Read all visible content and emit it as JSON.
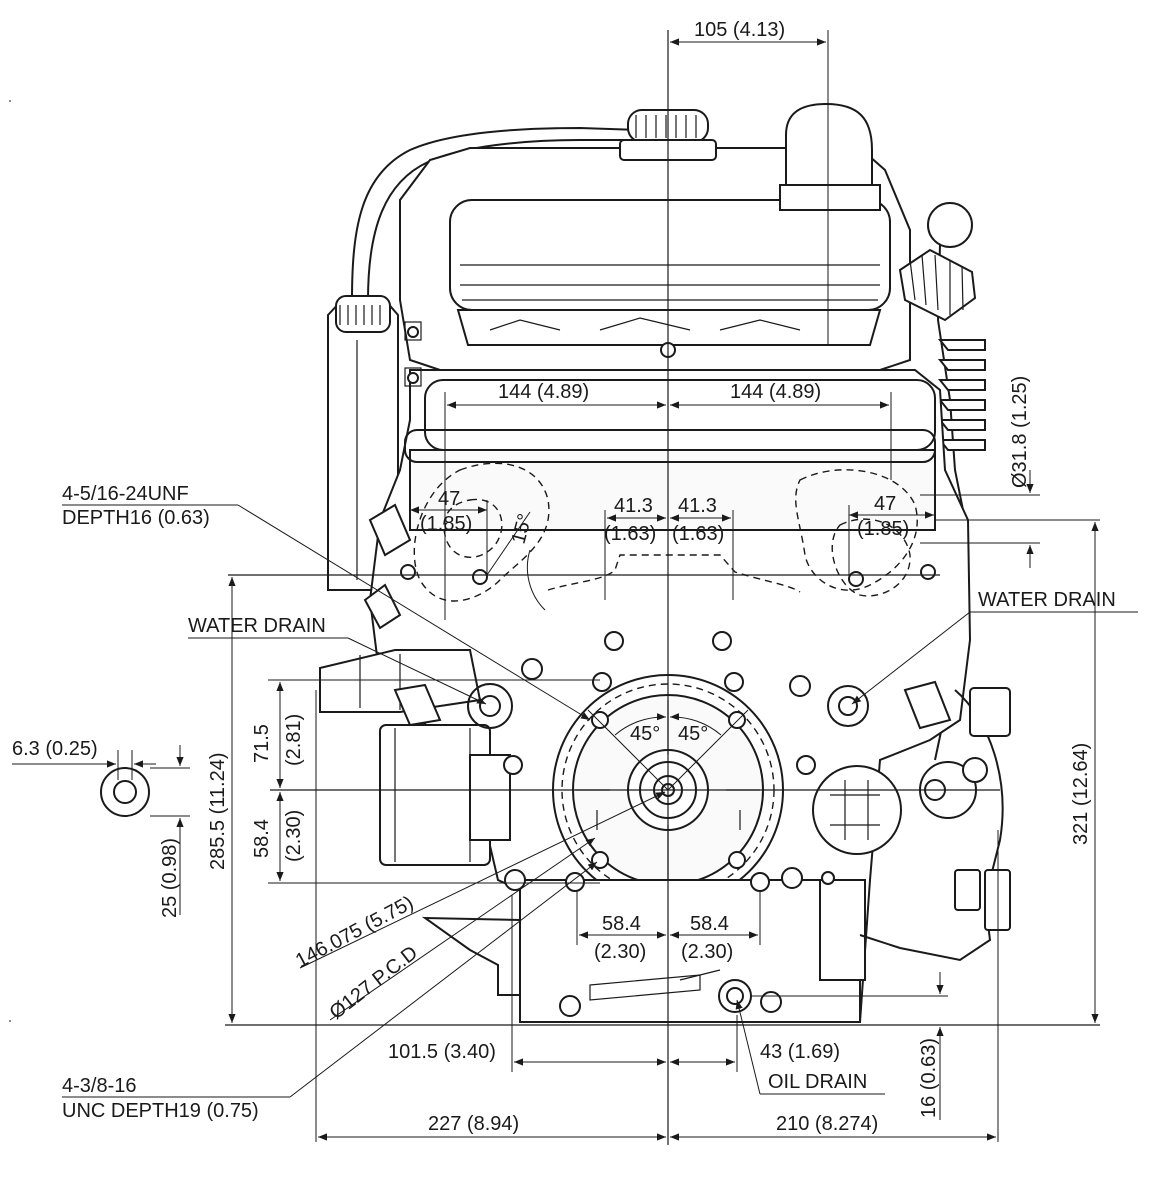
{
  "dimensions": {
    "top_offset": "105  (4.13)",
    "left_144": "144  (4.89)",
    "right_144": "144  (4.89)",
    "dia_31_8": "Ø31.8 (1.25)",
    "left_47_a": "47",
    "left_47_b": "(1.85)",
    "right_47_a": "47",
    "right_47_b": "(1.85)",
    "angle_15": "15°",
    "left_41_3_a": "41.3",
    "left_41_3_b": "(1.63)",
    "right_41_3_a": "41.3",
    "right_41_3_b": "(1.63)",
    "angle_45_left": "45°",
    "angle_45_right": "45°",
    "dim_71_5_a": "71.5",
    "dim_71_5_b": "(2.81)",
    "dim_58_4_v_a": "58.4",
    "dim_58_4_v_b": "(2.30)",
    "dim_285_5": "285.5 (11.24)",
    "dim_321": "321 (12.64)",
    "shaft_6_3": "6.3 (0.25)",
    "shaft_25": "25 (0.98)",
    "dim_146_075": "146.075 (5.75)",
    "pcd_127": "Ø127 P.C.D",
    "bottom_58_4_left_a": "58.4",
    "bottom_58_4_left_b": "(2.30)",
    "bottom_58_4_right_a": "58.4",
    "bottom_58_4_right_b": "(2.30)",
    "dim_101_5": "101.5 (3.40)",
    "dim_43": "43 (1.69)",
    "dim_16": "16 (0.63)",
    "dim_227": "227 (8.94)",
    "dim_210": "210  (8.274)"
  },
  "callouts": {
    "unf_line1": "4-5/16-24UNF",
    "unf_line2": "DEPTH16 (0.63)",
    "water_drain_left": "WATER DRAIN",
    "water_drain_right": "WATER DRAIN",
    "oil_drain": "OIL DRAIN",
    "unc_line1": "4-3/8-16",
    "unc_line2": "UNC DEPTH19 (0.75)"
  }
}
